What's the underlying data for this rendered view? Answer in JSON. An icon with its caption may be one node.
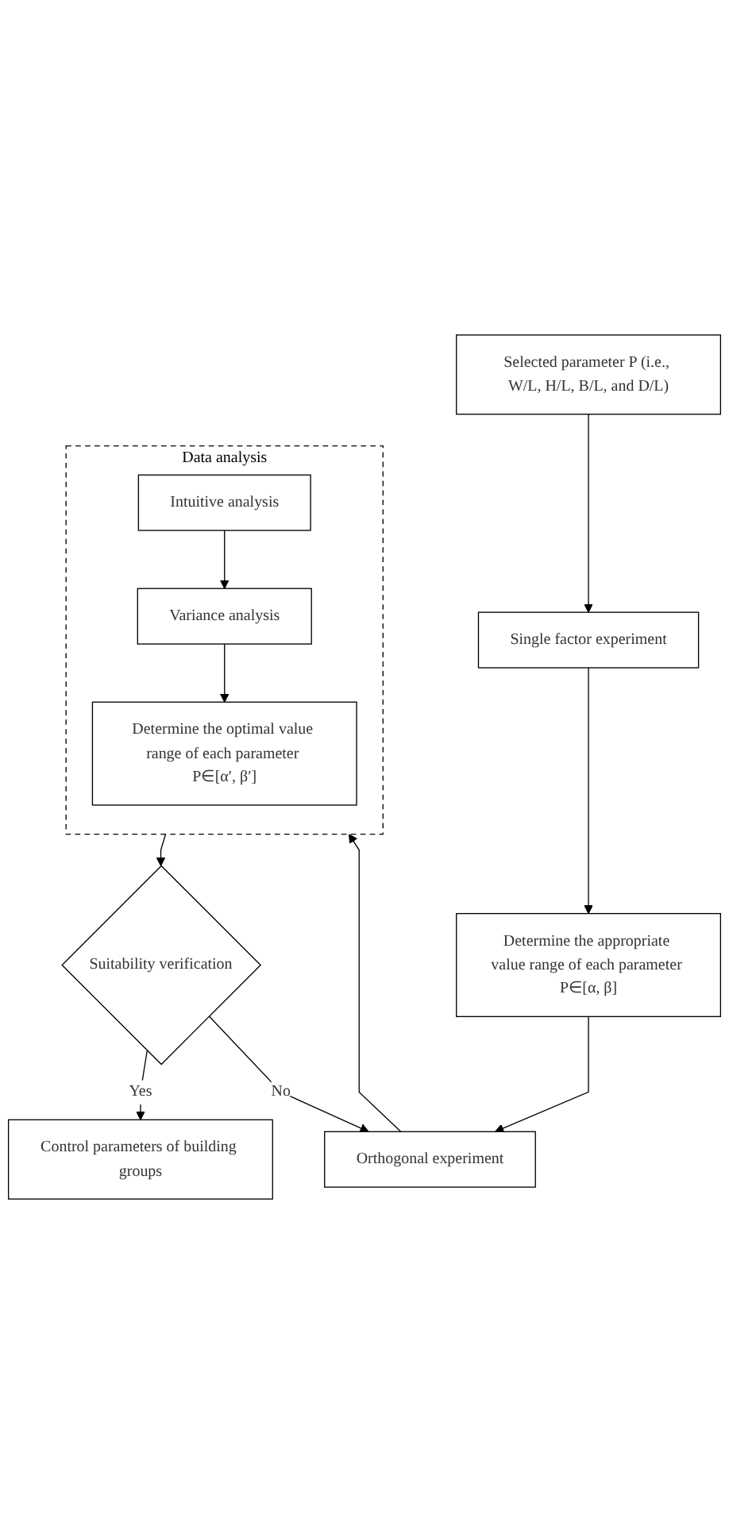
{
  "diagram": {
    "nodes": [
      {
        "text": [
          "Selected parameter P (i.e., W/L, H/L, B/L, and D/L)"
        ]
      },
      {
        "text": [
          "Single factor experiment"
        ]
      },
      {
        "text": [
          "Determine the appropriate value range of each parameter P∈[α, β]"
        ]
      },
      {
        "text": [
          "Orthogonal experiment"
        ]
      },
      {
        "text": [
          "Data analysis"
        ]
      },
      {
        "text": [
          "Intuitive analysis"
        ],
        "in": 4
      },
      {
        "text": [
          "Variance analysis"
        ],
        "in": 4
      },
      {
        "text": [
          "Determine the optimal value range of each parameter P∈[α′, β′]"
        ],
        "in": 4
      },
      {
        "text": [
          "Suitability verification"
        ]
      },
      {
        "text": [
          "Control parameters of building groups"
        ]
      }
    ],
    "edges": [
      {
        "from": 0,
        "to": 1,
        "arrow": "to"
      },
      {
        "from": 1,
        "to": 2,
        "arrow": "to"
      },
      {
        "from": 2,
        "to": 3,
        "arrow": "to"
      },
      {
        "from": 3,
        "to": 4,
        "arrow": "to"
      },
      {
        "from": 5,
        "to": 6,
        "arrow": "to"
      },
      {
        "from": 6,
        "to": 7,
        "arrow": "to"
      },
      {
        "from": 4,
        "to": 8,
        "arrow": "to"
      },
      {
        "from": 8,
        "to": 9,
        "arrow": "to",
        "label": "Yes"
      },
      {
        "from": 8,
        "to": 3,
        "arrow": "to",
        "label": "No"
      }
    ]
  }
}
